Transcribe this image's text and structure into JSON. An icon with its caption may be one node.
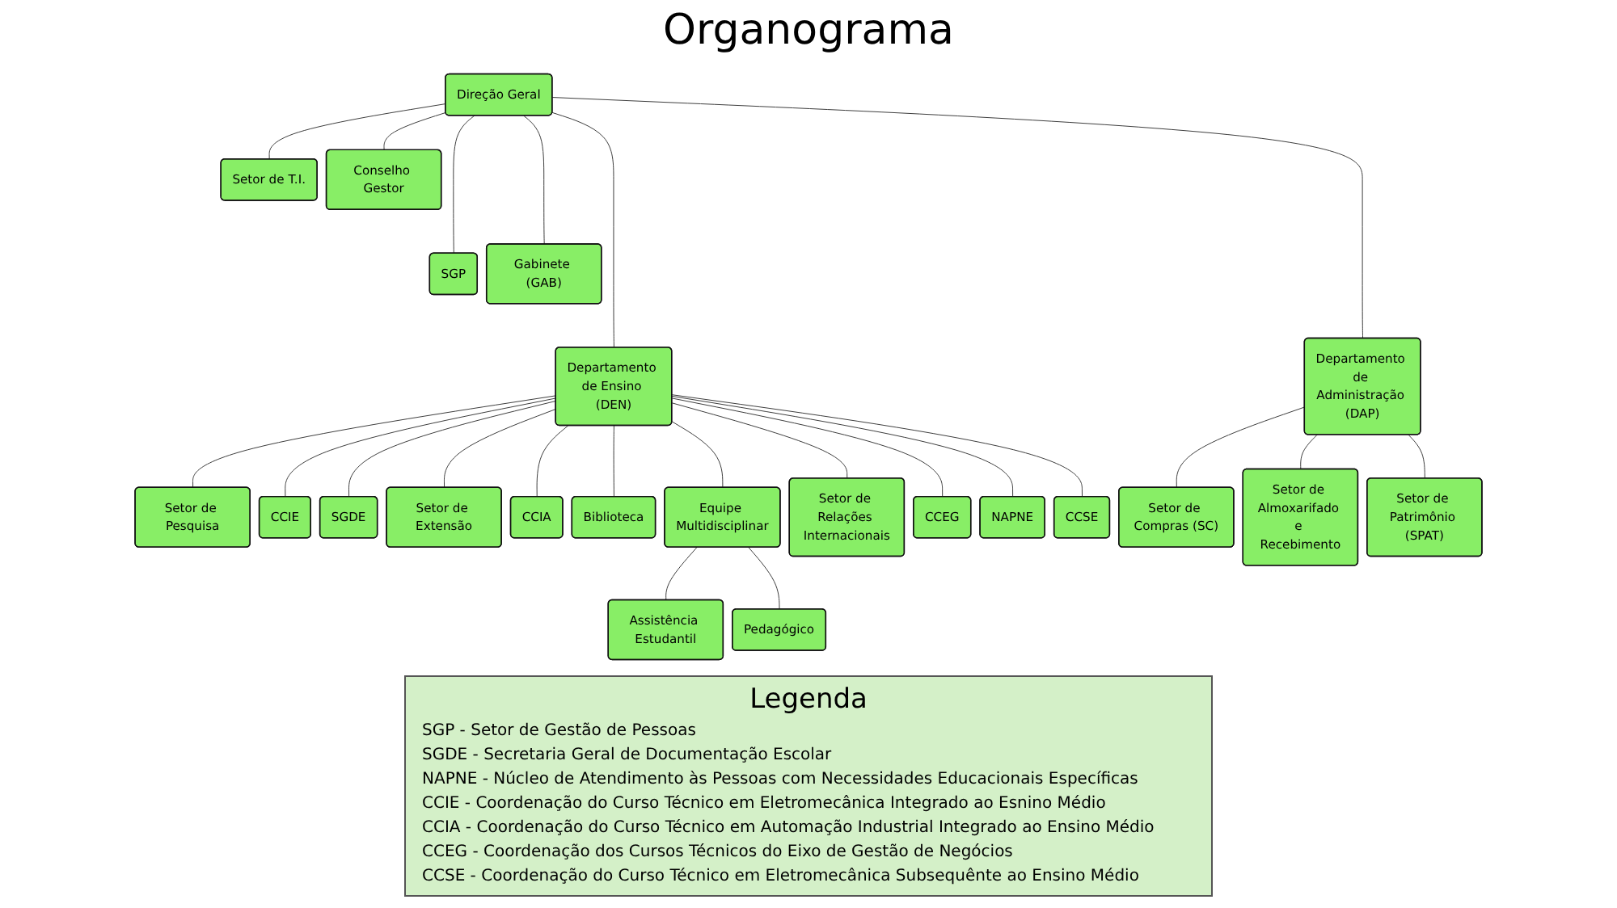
{
  "diagram": {
    "title": "Organograma",
    "nodes": [
      {
        "text": [
          "Direção Geral"
        ]
      },
      {
        "text": [
          "Setor de T.I."
        ]
      },
      {
        "text": [
          "Conselho Gestor"
        ]
      },
      {
        "text": [
          "SGP"
        ]
      },
      {
        "text": [
          "Gabinete (GAB)"
        ]
      },
      {
        "text": [
          "Departamento de Ensino (DEN)"
        ]
      },
      {
        "text": [
          "Departamento de Administração (DAP)"
        ]
      },
      {
        "text": [
          "Setor de Pesquisa"
        ]
      },
      {
        "text": [
          "CCIE"
        ]
      },
      {
        "text": [
          "SGDE"
        ]
      },
      {
        "text": [
          "Setor de Extensão"
        ]
      },
      {
        "text": [
          "CCIA"
        ]
      },
      {
        "text": [
          "Biblioteca"
        ]
      },
      {
        "text": [
          "Equipe Multidisciplinar"
        ]
      },
      {
        "text": [
          "Setor de Relações Internacionais"
        ]
      },
      {
        "text": [
          "CCEG"
        ]
      },
      {
        "text": [
          "NAPNE"
        ]
      },
      {
        "text": [
          "CCSE"
        ]
      },
      {
        "text": [
          "Assistência Estudantil"
        ]
      },
      {
        "text": [
          "Pedagógico"
        ]
      },
      {
        "text": [
          "Setor de Compras (SC)"
        ]
      },
      {
        "text": [
          "Setor de Almoxarifado e Recebimento"
        ]
      },
      {
        "text": [
          "Setor de Patrimônio (SPAT)"
        ]
      }
    ],
    "edges": [
      {
        "from": 0,
        "to": 1,
        "arrow": "none"
      },
      {
        "from": 0,
        "to": 2,
        "arrow": "none"
      },
      {
        "from": 0,
        "to": 3,
        "arrow": "none"
      },
      {
        "from": 0,
        "to": 4,
        "arrow": "none"
      },
      {
        "from": 0,
        "to": 5,
        "arrow": "none"
      },
      {
        "from": 0,
        "to": 6,
        "arrow": "none"
      },
      {
        "from": 5,
        "to": 7,
        "arrow": "none"
      },
      {
        "from": 5,
        "to": 8,
        "arrow": "none"
      },
      {
        "from": 5,
        "to": 10,
        "arrow": "none"
      },
      {
        "from": 5,
        "to": 11,
        "arrow": "none"
      },
      {
        "from": 5,
        "to": 14,
        "arrow": "none"
      },
      {
        "from": 5,
        "to": 15,
        "arrow": "none"
      },
      {
        "from": 5,
        "to": 17,
        "arrow": "none"
      },
      {
        "from": 5,
        "to": 9,
        "arrow": "none"
      },
      {
        "from": 5,
        "to": 12,
        "arrow": "none"
      },
      {
        "from": 5,
        "to": 16,
        "arrow": "none"
      },
      {
        "from": 5,
        "to": 13,
        "arrow": "none"
      },
      {
        "from": 13,
        "to": 18,
        "arrow": "none"
      },
      {
        "from": 13,
        "to": 19,
        "arrow": "none"
      },
      {
        "from": 6,
        "to": 20,
        "arrow": "none"
      },
      {
        "from": 6,
        "to": 21,
        "arrow": "none"
      },
      {
        "from": 6,
        "to": 22,
        "arrow": "none"
      }
    ],
    "labels": [
      "Legenda",
      "SGP - Setor de Gestão de Pessoas",
      "SGDE - Secretaria Geral de Documentação Escolar",
      "NAPNE - Núcleo de Atendimento às Pessoas com Necessidades Educacionais Específicas",
      "CCIE - Coordenação do Curso Técnico em Eletromecânica Integrado ao Esnino Médio",
      "CCIA - Coordenação do Curso Técnico em Automação Industrial Integrado ao Ensino Médio",
      "CCEG - Coordenação dos Cursos Técnicos do Eixo de Gestão de Negócios",
      "CCSE - Coordenação do Curso Técnico em Eletromecânica Subsequênte ao Ensino Médio"
    ]
  }
}
